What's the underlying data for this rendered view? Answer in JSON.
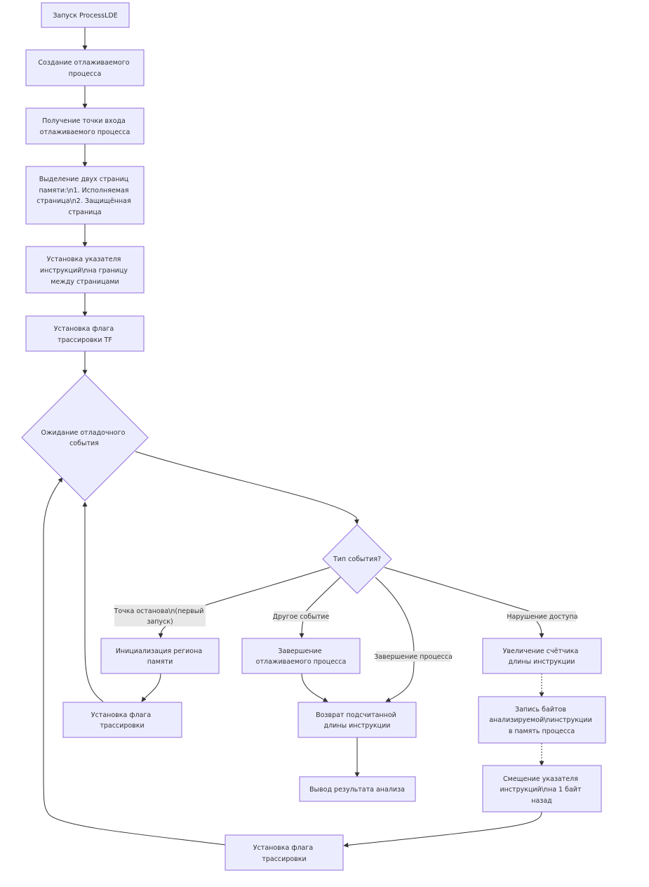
{
  "nodes": {
    "start": [
      "Запуск ProcessLDE"
    ],
    "create_process": [
      "Создание отлаживаемого",
      "процесса"
    ],
    "entry_point": [
      "Получение точки входа",
      "отлаживаемого процесса"
    ],
    "alloc_pages": [
      "Выделение двух страниц",
      "памяти:\\n1. Исполняемая",
      "страница\\n2. Защищённая",
      "страница"
    ],
    "set_ip": [
      "Установка указателя",
      "инструкций\\nна границу",
      "между страницами"
    ],
    "set_tf": [
      "Установка флага",
      "трассировки TF"
    ],
    "wait_event": [
      "Ожидание отладочного",
      "события"
    ],
    "event_type": [
      "Тип события?"
    ],
    "init_region": [
      "Инициализация региона",
      "памяти"
    ],
    "finish_process": [
      "Завершение",
      "отлаживаемого процесса"
    ],
    "inc_counter": [
      "Увеличение счётчика",
      "длины инструкции"
    ],
    "set_flag_left": [
      "Установка флага",
      "трассировки"
    ],
    "return_length": [
      "Возврат подсчитанной",
      "длины инструкции"
    ],
    "write_bytes": [
      "Запись байтов",
      "анализируемой\\nинструкции",
      "в память процесса"
    ],
    "output_result": [
      "Вывод результата анализа"
    ],
    "shift_ip": [
      "Смещение указателя",
      "инструкций\\nна 1 байт",
      "назад"
    ],
    "set_flag_bottom": [
      "Установка флага",
      "трассировки"
    ]
  },
  "edge_labels": {
    "breakpoint": [
      "Точка останова\\n(первый",
      "запуск)"
    ],
    "other_event": [
      "Другое событие"
    ],
    "process_exit": [
      "Завершение процесса"
    ],
    "access_violation": [
      "Нарушение доступа"
    ]
  },
  "colors": {
    "node_fill": "#ECECFF",
    "node_stroke": "#9370DB",
    "edge": "#333333",
    "label_bg": "#e8e8e8",
    "text": "#333333"
  }
}
